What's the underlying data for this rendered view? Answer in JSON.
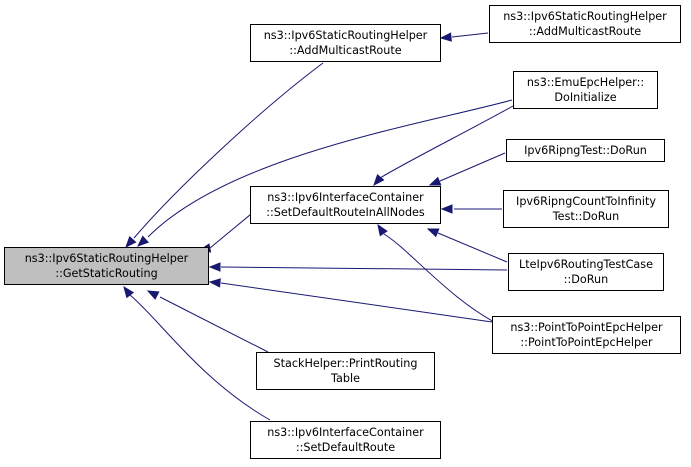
{
  "colors": {
    "edge": "#191970",
    "root_fill": "#bfbfbf",
    "node_fill": "#ffffff",
    "node_border": "#000000"
  },
  "nodes": {
    "root": [
      "ns3::Ipv6StaticRoutingHelper",
      "::GetStaticRouting"
    ],
    "add_multicast_mid": [
      "ns3::Ipv6StaticRoutingHelper",
      "::AddMulticastRoute"
    ],
    "add_multicast_right": [
      "ns3::Ipv6StaticRoutingHelper",
      "::AddMulticastRoute"
    ],
    "emu_epc": [
      "ns3::EmuEpcHelper::",
      "DoInitialize"
    ],
    "set_default_all": [
      "ns3::Ipv6InterfaceContainer",
      "::SetDefaultRouteInAllNodes"
    ],
    "ripng_test": [
      "Ipv6RipngTest::DoRun"
    ],
    "ripng_count": [
      "Ipv6RipngCountToInfinity",
      "Test::DoRun"
    ],
    "lte_routing": [
      "LteIpv6RoutingTestCase",
      "::DoRun"
    ],
    "p2p_epc": [
      "ns3::PointToPointEpcHelper",
      "::PointToPointEpcHelper"
    ],
    "stack_helper": [
      "StackHelper::PrintRouting",
      "Table"
    ],
    "set_default": [
      "ns3::Ipv6InterfaceContainer",
      "::SetDefaultRoute"
    ]
  }
}
